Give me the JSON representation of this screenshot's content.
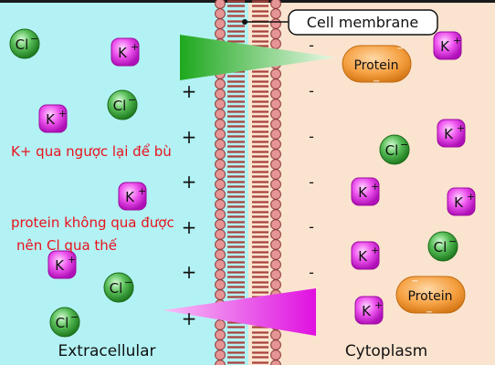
{
  "labels": {
    "cell_membrane": "Cell membrane",
    "extracellular": "Extracellular",
    "cytoplasm": "Cytoplasm"
  },
  "annotations": {
    "red_note_1": "K+ qua ngược lại để bù",
    "red_note_2_line1": "protein không qua được",
    "red_note_2_line2": "nên Cl qua thế"
  },
  "ions": {
    "k_label": "K",
    "cl_label": "Cl",
    "plus_sign": "+",
    "minus_sign": "−",
    "protein_label": "Protein"
  },
  "charges": {
    "outside_symbol": "+",
    "inside_symbol": "-"
  },
  "colors": {
    "extracellular_bg": "#b3f2f4",
    "cytoplasm_bg": "#fbe4cf",
    "membrane_head": "#e69595",
    "membrane_tail": "#a8413c",
    "k_ion": "#e040e8",
    "cl_ion": "#3ca53c",
    "protein": "#f39a38",
    "green_gradient": "#3cc03c",
    "magenta_gradient": "#e020e0",
    "annotation_text": "#e8121c"
  }
}
